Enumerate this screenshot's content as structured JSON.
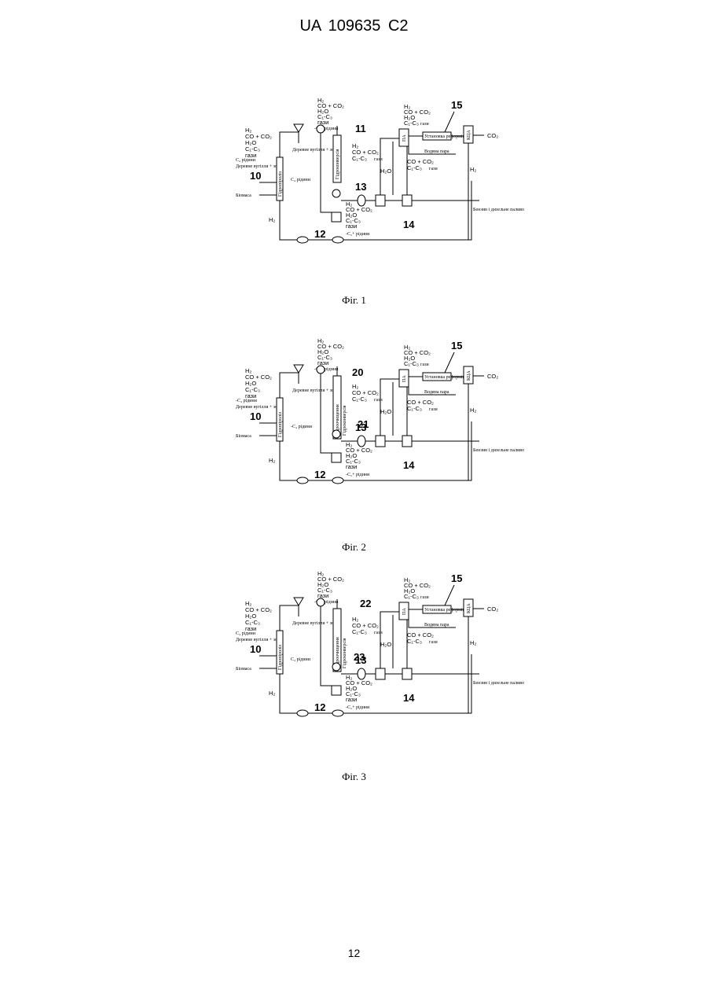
{
  "header": {
    "text": "UA   109635   C2"
  },
  "page_number": "12",
  "figures": [
    {
      "caption": "Фіг. 1",
      "labels": {
        "feed_gases_left": [
          "H₂",
          "CO + CO₂",
          "H₂O",
          "C₁-C₃",
          "гази"
        ],
        "feed_liquid_left": "C₄ рідини",
        "left_note": "Деревне вугілля + зола",
        "top_gases": [
          "H₂",
          "CO + CO₂",
          "H₂O",
          "C₁-C₃",
          "гази",
          "-C₅+",
          "рідини"
        ],
        "right_top_gases": [
          "H₂",
          "CO + CO₂",
          "H₂O",
          "C₁-C₃",
          "гази"
        ],
        "mid_gases": [
          "H₂",
          "CO + CO₂",
          "C₁-C₃",
          "гази"
        ],
        "bottom_gases": [
          "H₂",
          "CO + CO₂",
          "H₂O",
          "C₁-C₃",
          "гази",
          "-C₅+",
          "рідини"
        ],
        "right_mid_gases": [
          "CO + CO₂",
          "C₁-C₃",
          "гази"
        ],
        "char_ash": "Деревне вугілля + зола",
        "c4_liquid": "C₄ рідини",
        "biomass": "Біомаса",
        "h2": "H₂",
        "h2o": "H₂O",
        "co2": "CO₂",
        "steam": "Водяна пара",
        "unit_pressure": "Установка реформінгу",
        "product": "Бензин і дизельне паливо",
        "col_left": "Гідропіроліз",
        "col_mid": "Гідроконверсія",
        "col_mid2": "",
        "sep_box": "ПА",
        "right_vessel": "КЦА",
        "n10": "10",
        "n11": "11",
        "n12": "12",
        "n13": "13",
        "n14": "14",
        "n15": "15",
        "n20": "",
        "n21": "",
        "n22": "",
        "n23": ""
      }
    },
    {
      "caption": "Фіг. 2",
      "labels": {
        "feed_gases_left": [
          "H₂",
          "CO + CO₂",
          "H₂O",
          "C₁-C₃",
          "гази"
        ],
        "feed_liquid_left": "-C₄ рідини",
        "left_note": "Деревне вугілля + зола",
        "top_gases": [
          "H₂",
          "CO + CO₂",
          "H₂O",
          "C₁-C₃",
          "гази",
          "-C₅+",
          "рідини"
        ],
        "right_top_gases": [
          "H₂",
          "CO + CO₂",
          "H₂O",
          "C₁-C₃",
          "гази"
        ],
        "mid_gases": [
          "H₂",
          "CO + CO₂",
          "C₁-C₃",
          "гази"
        ],
        "bottom_gases": [
          "H₂",
          "CO + CO₂",
          "H₂O",
          "C₁-C₃",
          "гази",
          "-C₅+",
          "рідини"
        ],
        "right_mid_gases": [
          "CO + CO₂",
          "C₁-C₃",
          "гази"
        ],
        "char_ash": "Деревне вугілля + зола",
        "c4_liquid": "-C₄ рідини",
        "biomass": "Біомаса",
        "h2": "H₂",
        "h2o": "H₂O",
        "co2": "CO₂",
        "steam": "Водяна пара",
        "unit_pressure": "Установка реформінгу",
        "product": "Бензин і дизельне паливо",
        "col_left": "Гідропіроліз",
        "col_mid": "Гідроочищення",
        "col_mid2": "Гідроконверсія",
        "sep_box": "ПА",
        "right_vessel": "КЦА",
        "n10": "10",
        "n11": "",
        "n12": "12",
        "n13": "13",
        "n14": "14",
        "n15": "15",
        "n20": "20",
        "n21": "21",
        "n22": "",
        "n23": ""
      }
    },
    {
      "caption": "Фіг. 3",
      "labels": {
        "feed_gases_left": [
          "H₂",
          "CO + CO₂",
          "H₂O",
          "C₁-C₃",
          "гази"
        ],
        "feed_liquid_left": "C₄ рідини",
        "left_note": "Деревне вугілля + зола",
        "top_gases": [
          "H₂",
          "CO + CO₂",
          "H₂O",
          "C₁-C₃",
          "гази",
          "-C₅+",
          "рідини"
        ],
        "right_top_gases": [
          "H₂",
          "CO + CO₂",
          "H₂O",
          "C₁-C₃",
          "гази"
        ],
        "mid_gases": [
          "H₂",
          "CO + CO₂",
          "C₁-C₃",
          "гази"
        ],
        "bottom_gases": [
          "H₂",
          "CO + CO₂",
          "H₂O",
          "C₁-C₃",
          "гази",
          "-C₅+",
          "рідини"
        ],
        "right_mid_gases": [
          "CO + CO₂",
          "C₁-C₃",
          "гази"
        ],
        "char_ash": "Деревне вугілля + зола",
        "c4_liquid": "C₄ рідини",
        "biomass": "Біомаса",
        "h2": "H₂",
        "h2o": "H₂O",
        "co2": "CO₂",
        "steam": "Водяна пара",
        "unit_pressure": "Установка реформінгу",
        "product": "Бензин і дизельне паливо",
        "col_left": "Гідропіроліз",
        "col_mid": "Гідроочищення",
        "col_mid2": "Гідроконверсія",
        "sep_box": "ПА",
        "right_vessel": "КЦА",
        "n10": "10",
        "n11": "",
        "n12": "12",
        "n13": "13",
        "n14": "14",
        "n15": "15",
        "n20": "",
        "n21": "",
        "n22": "22",
        "n23": "23"
      }
    }
  ]
}
